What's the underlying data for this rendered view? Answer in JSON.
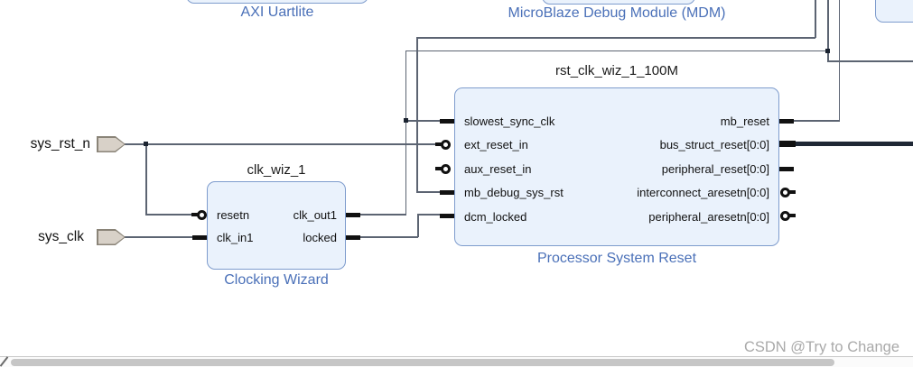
{
  "top_labels": {
    "axi": "AXI Uartlite",
    "mdm": "MicroBlaze Debug Module (MDM)"
  },
  "external_ports": {
    "rst": "sys_rst_n",
    "clk": "sys_clk"
  },
  "blocks": {
    "clk_wiz": {
      "title": "clk_wiz_1",
      "caption": "Clocking Wizard",
      "ports": {
        "left": [
          "resetn",
          "clk_in1"
        ],
        "right": [
          "clk_out1",
          "locked"
        ]
      }
    },
    "rst": {
      "title": "rst_clk_wiz_1_100M",
      "caption": "Processor System Reset",
      "ports": {
        "left": [
          "slowest_sync_clk",
          "ext_reset_in",
          "aux_reset_in",
          "mb_debug_sys_rst",
          "dcm_locked"
        ],
        "right": [
          "mb_reset",
          "bus_struct_reset[0:0]",
          "peripheral_reset[0:0]",
          "interconnect_aresetn[0:0]",
          "peripheral_aresetn[0:0]"
        ]
      }
    }
  },
  "watermark": "CSDN @Try to Change",
  "colors": {
    "block_fill": "#eaf2fc",
    "block_border": "#7e9ccd",
    "label_blue": "#4a70b8",
    "wire": "#5c6472",
    "bus_wire": "#1f2835",
    "port_fill": "#d8d1c8",
    "port_border": "#8a8478",
    "watermark": "#a9a9a9"
  }
}
